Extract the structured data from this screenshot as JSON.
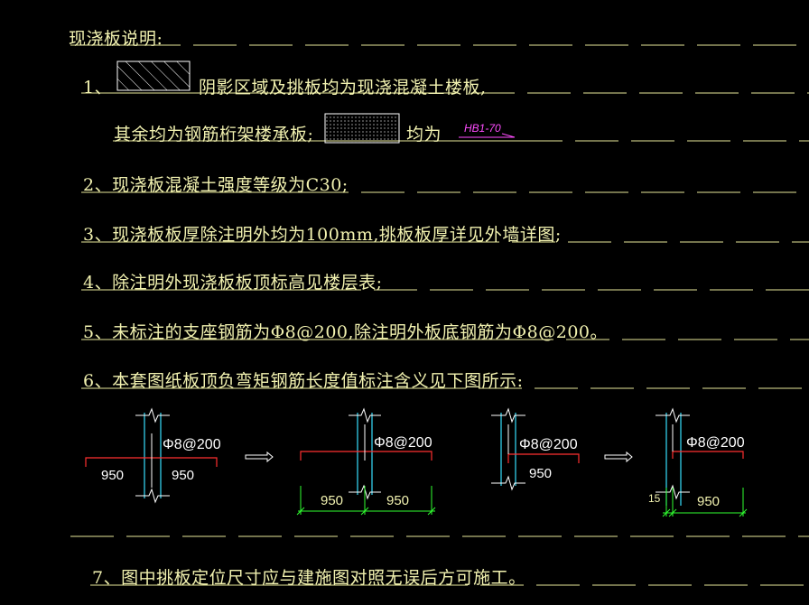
{
  "notes": {
    "title": "现浇板说明:",
    "n1_num": "1、",
    "n1_text": "阴影区域及挑板均为现浇混凝土楼板,",
    "n1b_text": "其余均为钢筋桁架楼承板;",
    "n1b_tail": "均为",
    "n1b_tag": "HB1-70",
    "n2": "2、现浇板混凝土强度等级为C30;",
    "n3": "3、现浇板板厚除注明外均为100mm,挑板板厚详见外墙详图;",
    "n4": "4、除注明外现浇板板顶标高见楼层表;",
    "n5": "5、未标注的支座钢筋为Φ8@200,除注明外板底钢筋为Φ8@200。",
    "n6": "6、本套图纸板顶负弯矩钢筋长度值标注含义见下图所示:",
    "n7": "7、图中挑板定位尺寸应与建施图对照无误后方可施工。"
  },
  "details": {
    "d1": {
      "rebar": "Φ8@200",
      "left": "950",
      "right": "950"
    },
    "d2": {
      "rebar": "Φ8@200",
      "left": "950",
      "right": "950"
    },
    "d3": {
      "rebar": "Φ8@200",
      "right": "950"
    },
    "d4": {
      "rebar": "Φ8@200",
      "edge": "15",
      "right": "950"
    }
  },
  "colors": {
    "text": "#f2f2b0",
    "guide": "#e8e89a",
    "wall": "#37e0ff",
    "rebar": "#ff3030",
    "dim": "#30ff30",
    "white": "#ffffff",
    "tag": "#ff4dff"
  }
}
